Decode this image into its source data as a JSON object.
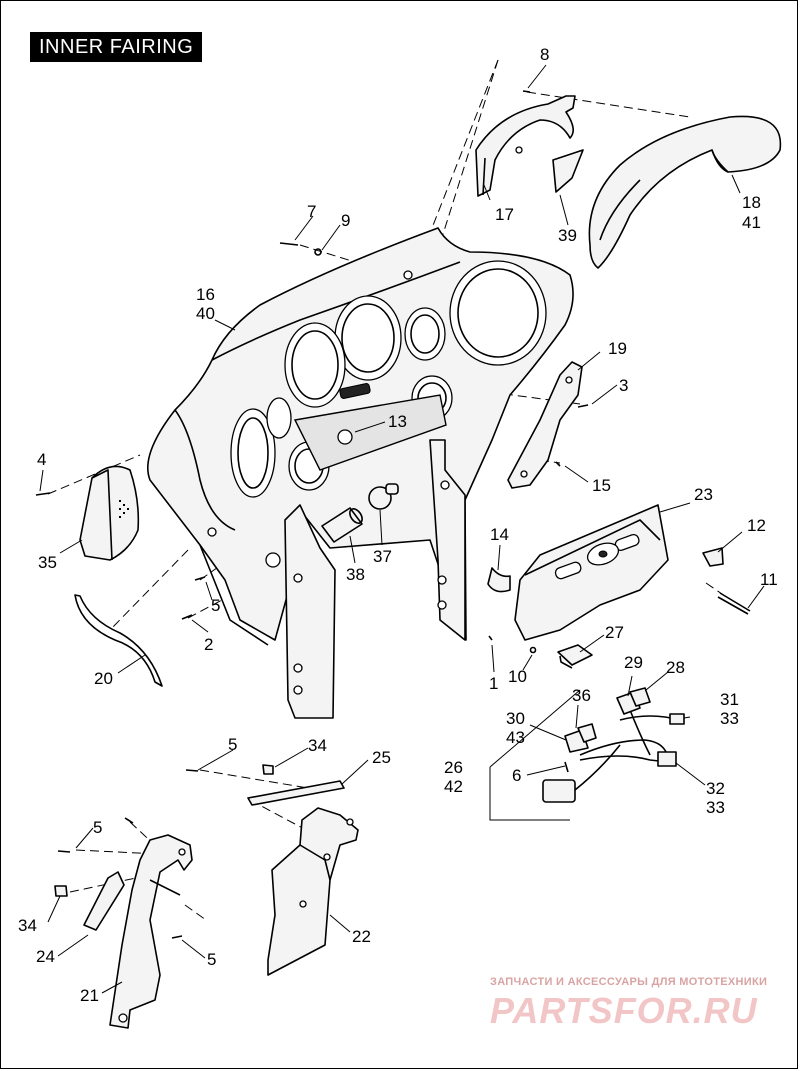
{
  "title": "INNER FAIRING",
  "callouts": [
    {
      "id": "c8",
      "label": "8"
    },
    {
      "id": "c17",
      "label": "17"
    },
    {
      "id": "c39",
      "label": "39"
    },
    {
      "id": "c18",
      "label": "18"
    },
    {
      "id": "c41",
      "label": "41"
    },
    {
      "id": "c7",
      "label": "7"
    },
    {
      "id": "c9",
      "label": "9"
    },
    {
      "id": "c16",
      "label": "16"
    },
    {
      "id": "c40",
      "label": "40"
    },
    {
      "id": "c19",
      "label": "19"
    },
    {
      "id": "c3",
      "label": "3"
    },
    {
      "id": "c13",
      "label": "13"
    },
    {
      "id": "c4",
      "label": "4"
    },
    {
      "id": "c15",
      "label": "15"
    },
    {
      "id": "c23",
      "label": "23"
    },
    {
      "id": "c35",
      "label": "35"
    },
    {
      "id": "c14",
      "label": "14"
    },
    {
      "id": "c12",
      "label": "12"
    },
    {
      "id": "c37",
      "label": "37"
    },
    {
      "id": "c38",
      "label": "38"
    },
    {
      "id": "c11",
      "label": "11"
    },
    {
      "id": "c5a",
      "label": "5"
    },
    {
      "id": "c2",
      "label": "2"
    },
    {
      "id": "c27",
      "label": "27"
    },
    {
      "id": "c20",
      "label": "20"
    },
    {
      "id": "c1",
      "label": "1"
    },
    {
      "id": "c10",
      "label": "10"
    },
    {
      "id": "c29",
      "label": "29"
    },
    {
      "id": "c28",
      "label": "28"
    },
    {
      "id": "c36",
      "label": "36"
    },
    {
      "id": "c31",
      "label": "31"
    },
    {
      "id": "c33a",
      "label": "33"
    },
    {
      "id": "c30",
      "label": "30"
    },
    {
      "id": "c43",
      "label": "43"
    },
    {
      "id": "c5b",
      "label": "5"
    },
    {
      "id": "c34a",
      "label": "34"
    },
    {
      "id": "c25",
      "label": "25"
    },
    {
      "id": "c26",
      "label": "26"
    },
    {
      "id": "c42",
      "label": "42"
    },
    {
      "id": "c6",
      "label": "6"
    },
    {
      "id": "c32",
      "label": "32"
    },
    {
      "id": "c33b",
      "label": "33"
    },
    {
      "id": "c5c",
      "label": "5"
    },
    {
      "id": "c34b",
      "label": "34"
    },
    {
      "id": "c22",
      "label": "22"
    },
    {
      "id": "c24",
      "label": "24"
    },
    {
      "id": "c5d",
      "label": "5"
    },
    {
      "id": "c21",
      "label": "21"
    }
  ],
  "watermark": {
    "tagline": "ЗАПЧАСТИ И АКСЕССУАРЫ ДЛЯ МОТОТЕХНИКИ",
    "brand": "PARTSFOR.RU"
  }
}
